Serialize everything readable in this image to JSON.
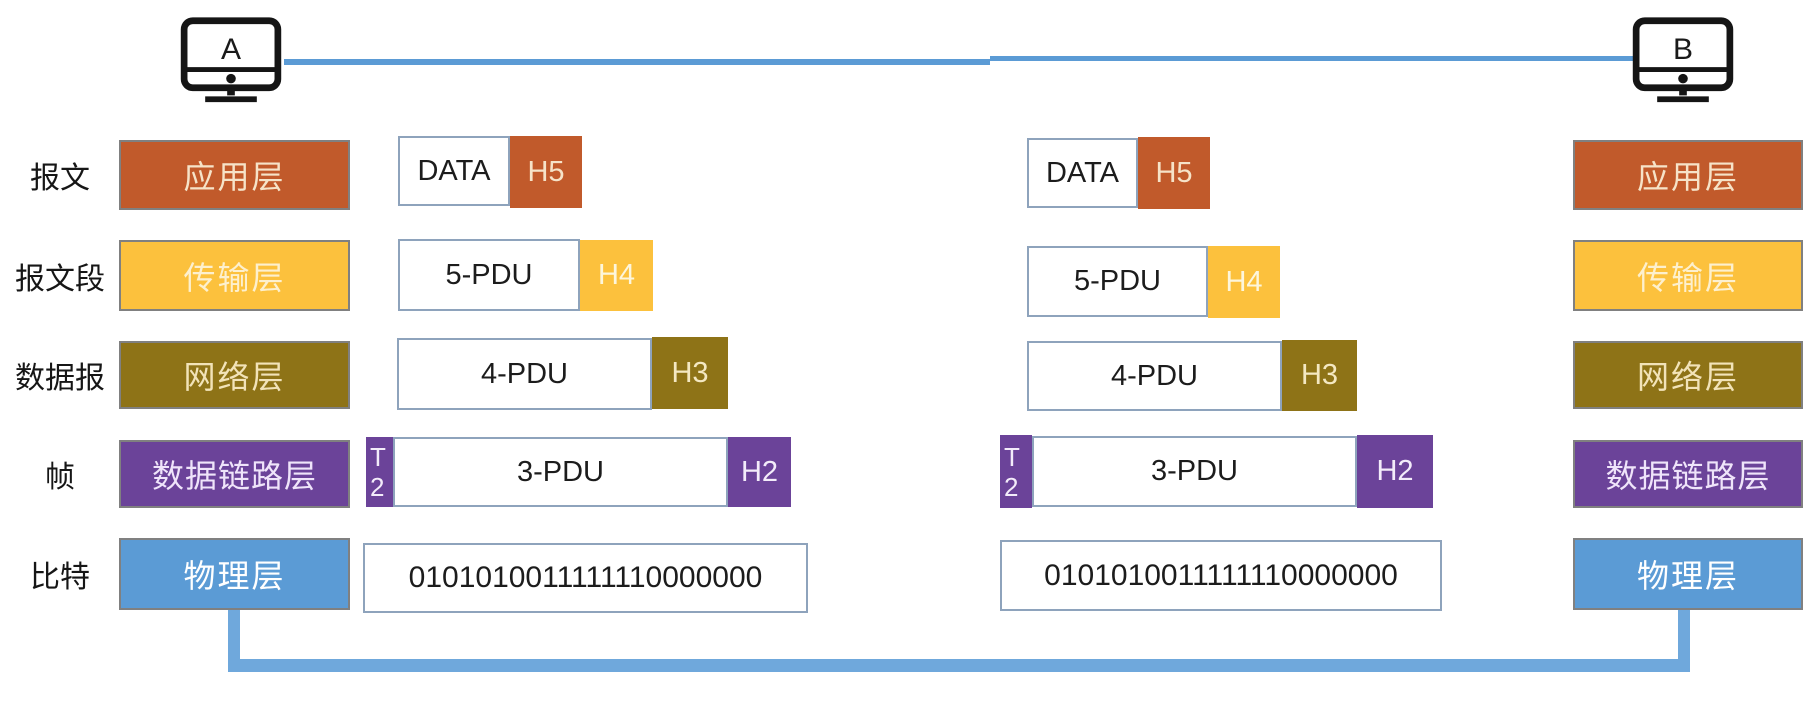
{
  "computers": {
    "a_label": "A",
    "b_label": "B"
  },
  "row_labels": {
    "message": "报文",
    "segment": "报文段",
    "datagram": "数据报",
    "frame": "帧",
    "bit": "比特"
  },
  "layers": {
    "application": "应用层",
    "transport": "传输层",
    "network": "网络层",
    "datalink": "数据链路层",
    "physical": "物理层"
  },
  "pdus": {
    "data": "DATA",
    "h5": "H5",
    "pdu5": "5-PDU",
    "h4": "H4",
    "pdu4": "4-PDU",
    "h3": "H3",
    "pdu3": "3-PDU",
    "h2": "H2",
    "trailer_t": "T",
    "trailer_2": "2",
    "bits": "0101010011111110000000"
  },
  "colors": {
    "application": "#C15A2B",
    "transport": "#FCC13D",
    "network": "#8E7317",
    "datalink": "#6B4399",
    "physical": "#5B9BD5",
    "top_link_line": "#5B9BD5",
    "bottom_link_line": "#6FA8DC",
    "white_box_border": "#8EA3BC",
    "layer_box_border": "#808080"
  }
}
